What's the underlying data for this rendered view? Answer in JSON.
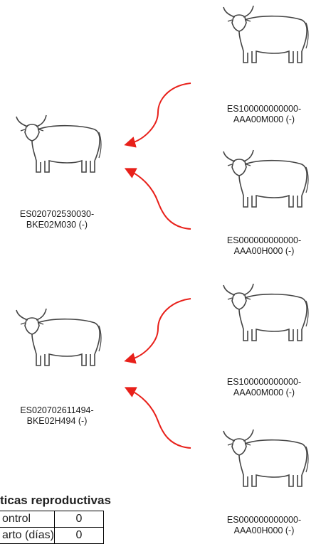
{
  "animals": {
    "sire": {
      "id_line1": "ES020702530030-",
      "id_line2": "BKE02M030 (-)"
    },
    "dam": {
      "id_line1": "ES020702611494-",
      "id_line2": "BKE02H494 (-)"
    },
    "paternal_grandsire": {
      "id_line1": "ES100000000000-",
      "id_line2": "AAA00M000 (-)"
    },
    "paternal_granddam": {
      "id_line1": "ES000000000000-",
      "id_line2": "AAA00H000 (-)"
    },
    "maternal_grandsire": {
      "id_line1": "ES100000000000-",
      "id_line2": "AAA00M000 (-)"
    },
    "maternal_granddam": {
      "id_line1": "ES000000000000-",
      "id_line2": "AAA00H000 (-)"
    }
  },
  "stats": {
    "title": "ticas reproductivas",
    "rows": [
      {
        "label": "ontrol",
        "value": "0"
      },
      {
        "label": "arto (días)",
        "value": "0"
      }
    ]
  },
  "colors": {
    "arrow": "#e8201a",
    "outline": "#444444"
  },
  "icons": {
    "animal": "bull-outline-icon",
    "arrow": "curved-arrow-icon"
  }
}
